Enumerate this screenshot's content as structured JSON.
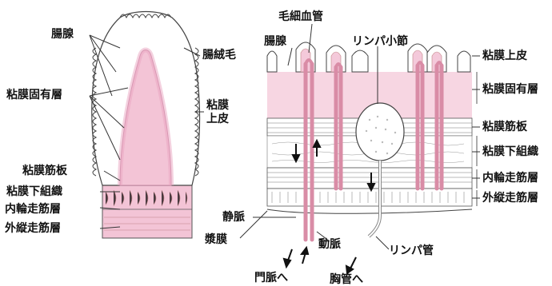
{
  "left_labels": {
    "intestinal_gland": "腸腺",
    "lamina_propria": "粘膜固有層",
    "villus": "腸絨毛",
    "mucosal_epithelium_line1": "粘膜",
    "mucosal_epithelium_line2": "上皮",
    "muscularis_mucosae": "粘膜筋板",
    "submucosa": "粘膜下組織",
    "inner_circular_muscle": "内輪走筋層",
    "outer_longitudinal_muscle": "外縦走筋層"
  },
  "right_labels": {
    "capillary": "毛細血管",
    "intestinal_gland": "腸腺",
    "lymph_nodule": "リンパ小節",
    "mucosal_epithelium": "粘膜上皮",
    "lamina_propria": "粘膜固有層",
    "muscularis_mucosae": "粘膜筋板",
    "submucosa": "粘膜下組織",
    "inner_circular_muscle": "内輪走筋層",
    "outer_longitudinal_muscle": "外縦走筋層",
    "vein": "静脈",
    "serosa": "漿膜",
    "artery": "動脈",
    "lymph_duct": "リンパ管",
    "to_portal_vein": "門脈へ",
    "to_thoracic_duct": "胸管へ"
  },
  "colors": {
    "pink": "#f3c4d6",
    "pink_dark": "#e9a3bf",
    "vessel": "#d98ca6",
    "line": "#333333"
  }
}
